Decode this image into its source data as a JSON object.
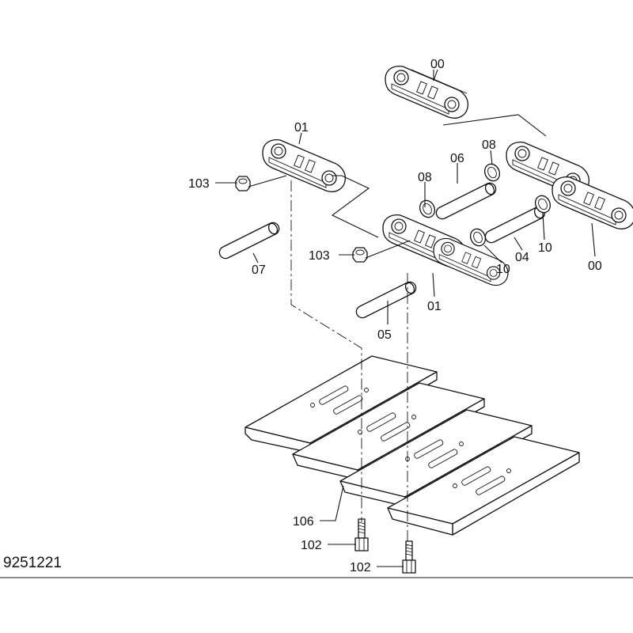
{
  "drawing_number": "9251221",
  "callouts": [
    {
      "id": "c-00-top",
      "text": "00"
    },
    {
      "id": "c-01-left",
      "text": "01"
    },
    {
      "id": "c-103-left",
      "text": "103"
    },
    {
      "id": "c-07",
      "text": "07"
    },
    {
      "id": "c-08-left",
      "text": "08"
    },
    {
      "id": "c-06",
      "text": "06"
    },
    {
      "id": "c-08-right",
      "text": "08"
    },
    {
      "id": "c-103-mid",
      "text": "103"
    },
    {
      "id": "c-01-mid",
      "text": "01"
    },
    {
      "id": "c-05",
      "text": "05"
    },
    {
      "id": "c-10-left",
      "text": "10"
    },
    {
      "id": "c-04",
      "text": "04"
    },
    {
      "id": "c-10-right",
      "text": "10"
    },
    {
      "id": "c-00-right",
      "text": "00"
    },
    {
      "id": "c-106",
      "text": "106"
    },
    {
      "id": "c-102-left",
      "text": "102"
    },
    {
      "id": "c-102-right",
      "text": "102"
    }
  ]
}
